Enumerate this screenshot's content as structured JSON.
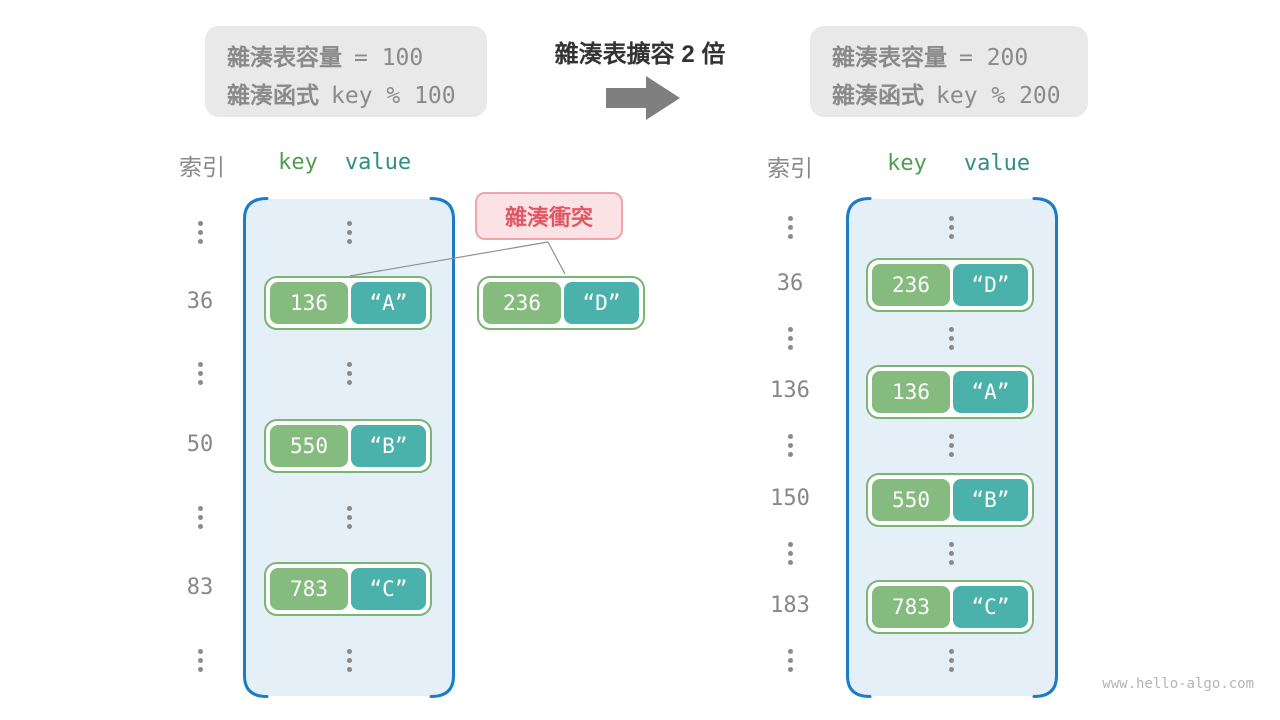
{
  "title": "雜湊表擴容 2 倍",
  "info_left": {
    "cap_label": "雜湊表容量",
    "cap_value": "= 100",
    "fn_label": "雜湊函式",
    "fn_value": "key % 100"
  },
  "info_right": {
    "cap_label": "雜湊表容量",
    "cap_value": "= 200",
    "fn_label": "雜湊函式",
    "fn_value": "key % 200"
  },
  "collision": {
    "label": "雜湊衝突",
    "pair": {
      "key": "236",
      "value": "“D”"
    }
  },
  "left_table": {
    "headers": {
      "index": "索引",
      "key": "key",
      "value": "value"
    },
    "rows": [
      {
        "index": "36",
        "key": "136",
        "value": "“A”"
      },
      {
        "index": "50",
        "key": "550",
        "value": "“B”"
      },
      {
        "index": "83",
        "key": "783",
        "value": "“C”"
      }
    ]
  },
  "right_table": {
    "headers": {
      "index": "索引",
      "key": "key",
      "value": "value"
    },
    "rows": [
      {
        "index": "36",
        "key": "236",
        "value": "“D”"
      },
      {
        "index": "136",
        "key": "136",
        "value": "“A”"
      },
      {
        "index": "150",
        "key": "550",
        "value": "“B”"
      },
      {
        "index": "183",
        "key": "783",
        "value": "“C”"
      }
    ]
  },
  "watermark": "www.hello-algo.com",
  "colors": {
    "key_box_green": "#86bb80",
    "value_box_teal": "#4bb2ab",
    "pair_border_green": "#7ab573",
    "bucket_fill_blue": "#e4eff8",
    "bucket_border_blue": "#1c7cc5",
    "collision_text_red": "#e15764",
    "collision_fill_pink": "#fbe3e5",
    "collision_border_pink": "#f2a2aa",
    "info_box_gray": "#e9e9e9",
    "muted_text_gray": "#8a8a8a",
    "arrow_gray": "#7f7f7f",
    "header_key_green": "#4f9e4f",
    "header_value_teal": "#2f8e86"
  }
}
